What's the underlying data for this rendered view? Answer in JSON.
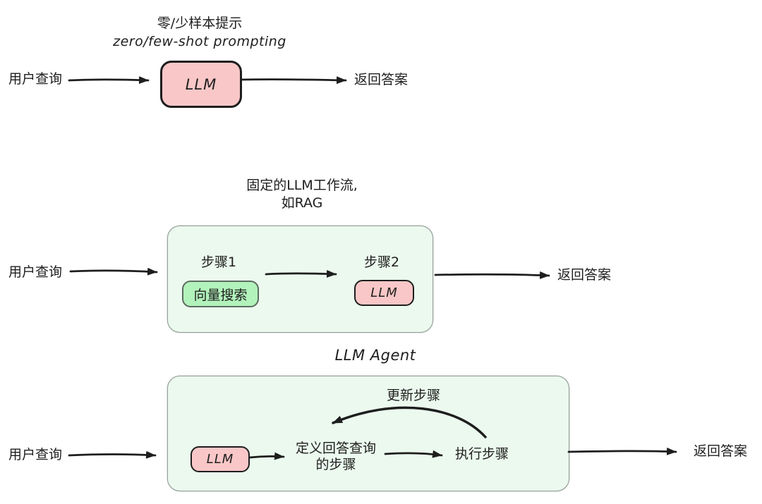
{
  "diagram": {
    "kind": "llm-patterns-flow-diagram",
    "colors": {
      "ink": "#1e1e1e",
      "pink_fill": "#f9c7c7",
      "container_green_fill": "#ebf9ee",
      "container_green_stroke": "#96a09a",
      "pill_green_fill": "#b2f2bb"
    },
    "sections": [
      {
        "id": "zero-few-shot",
        "title_zh": "零/少样本提示",
        "title_en": "zero/few-shot prompting",
        "input_label": "用户查询",
        "llm_label": "LLM",
        "output_label": "返回答案"
      },
      {
        "id": "fixed-llm-workflow-rag",
        "title_line1": "固定的LLM工作流,",
        "title_line2": "如RAG",
        "input_label": "用户查询",
        "step1_label": "步骤1",
        "step1_node": "向量搜索",
        "step2_label": "步骤2",
        "step2_node": "LLM",
        "output_label": "返回答案"
      },
      {
        "id": "llm-agent",
        "title": "LLM Agent",
        "input_label": "用户查询",
        "llm_label": "LLM",
        "define_steps_line1": "定义回答查询",
        "define_steps_line2": "的步骤",
        "execute_label": "执行步骤",
        "update_label": "更新步骤",
        "output_label": "返回答案"
      }
    ]
  }
}
